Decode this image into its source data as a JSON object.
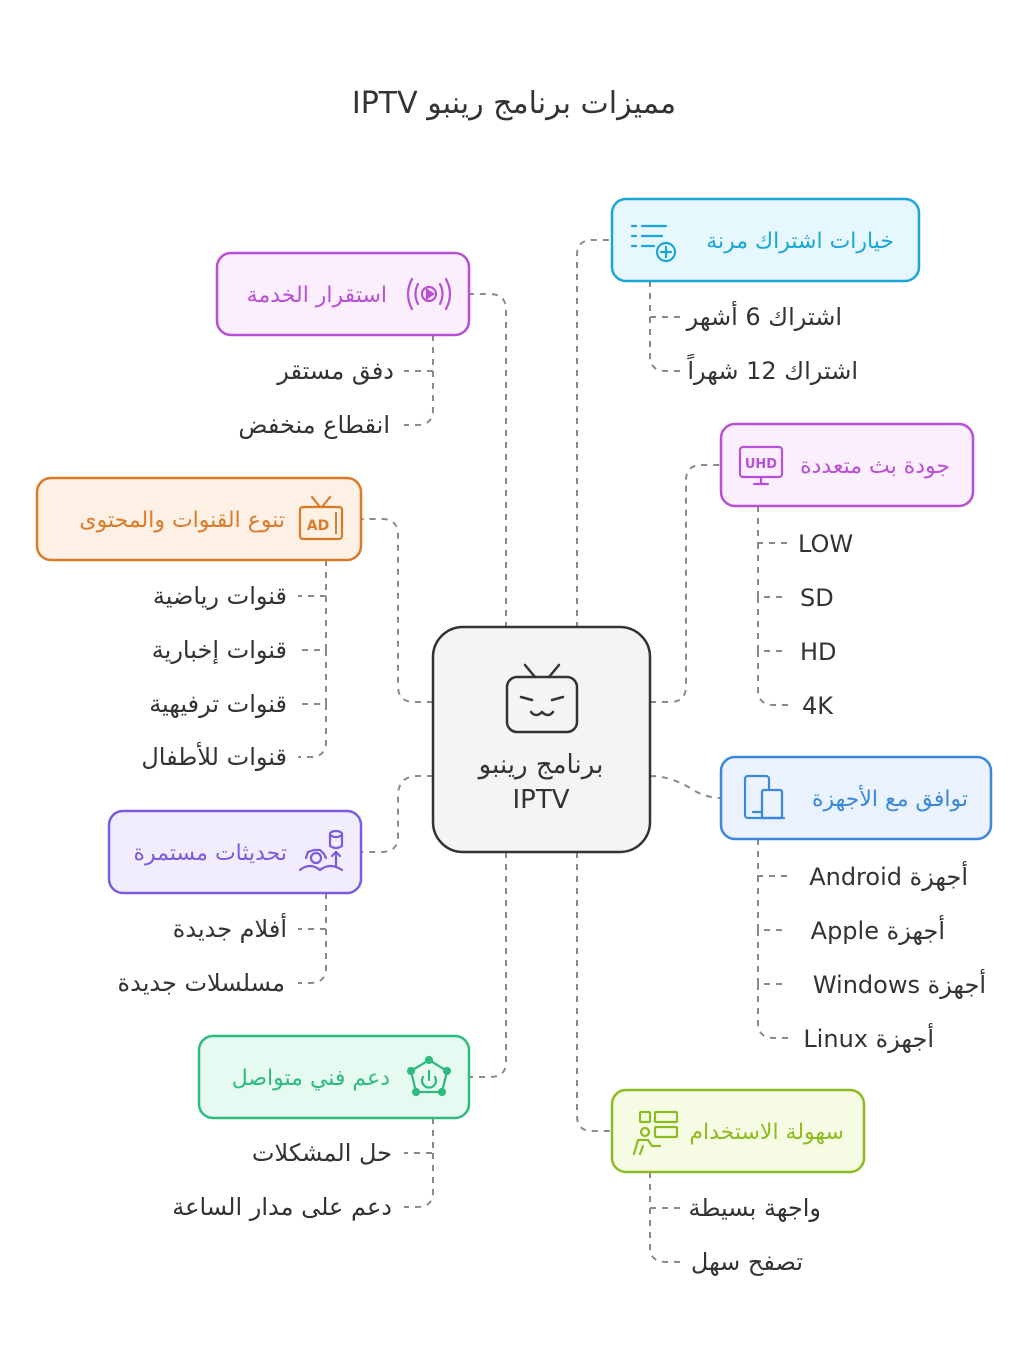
{
  "title": "مميزات برنامج رينبو IPTV",
  "center": {
    "line1": "برنامج رينبو",
    "line2": "IPTV",
    "icon": "tv-face-icon"
  },
  "branches": {
    "subscription": {
      "label": "خيارات اشتراك مرنة",
      "icon": "list-add-icon",
      "color": "#1BA6D6",
      "fill": "#E6F8FD",
      "items": [
        "اشتراك 6 أشهر",
        "اشتراك 12 شهراً"
      ]
    },
    "quality": {
      "label": "جودة بث متعددة",
      "icon": "uhd-monitor-icon",
      "color": "#B84FD6",
      "fill": "#FBEFFD",
      "items": [
        "LOW",
        "SD",
        "HD",
        "4K"
      ]
    },
    "devices": {
      "label": "توافق مع الأجهزة",
      "icon": "devices-icon",
      "color": "#3C87DB",
      "fill": "#EAF3FD",
      "items": [
        "أجهزة Android",
        "أجهزة Apple",
        "أجهزة Windows",
        "أجهزة Linux"
      ]
    },
    "usability": {
      "label": "سهولة الاستخدام",
      "icon": "user-dashboard-icon",
      "color": "#8DBB22",
      "fill": "#F6FCE3",
      "items": [
        "واجهة بسيطة",
        "تصفح سهل"
      ]
    },
    "stability": {
      "label": "استقرار الخدمة",
      "icon": "broadcast-icon",
      "color": "#B84FD6",
      "fill": "#FBEFFD",
      "items": [
        "دفق مستقر",
        "انقطاع منخفض"
      ]
    },
    "channels": {
      "label": "تنوع القنوات والمحتوى",
      "icon": "ad-tv-icon",
      "color": "#DC7A27",
      "fill": "#FDF1E6",
      "items": [
        "قنوات رياضية",
        "قنوات إخبارية",
        "قنوات ترفيهية",
        "قنوات للأطفال"
      ]
    },
    "updates": {
      "label": "تحديثات مستمرة",
      "icon": "gear-database-icon",
      "color": "#7A5CE0",
      "fill": "#F1EDFD",
      "items": [
        "أفلام جديدة",
        "مسلسلات جديدة"
      ]
    },
    "support": {
      "label": "دعم فني متواصل",
      "icon": "support-network-icon",
      "color": "#2EBB7E",
      "fill": "#E7FAF1",
      "items": [
        "حل المشكلات",
        "دعم على مدار الساعة"
      ]
    }
  }
}
